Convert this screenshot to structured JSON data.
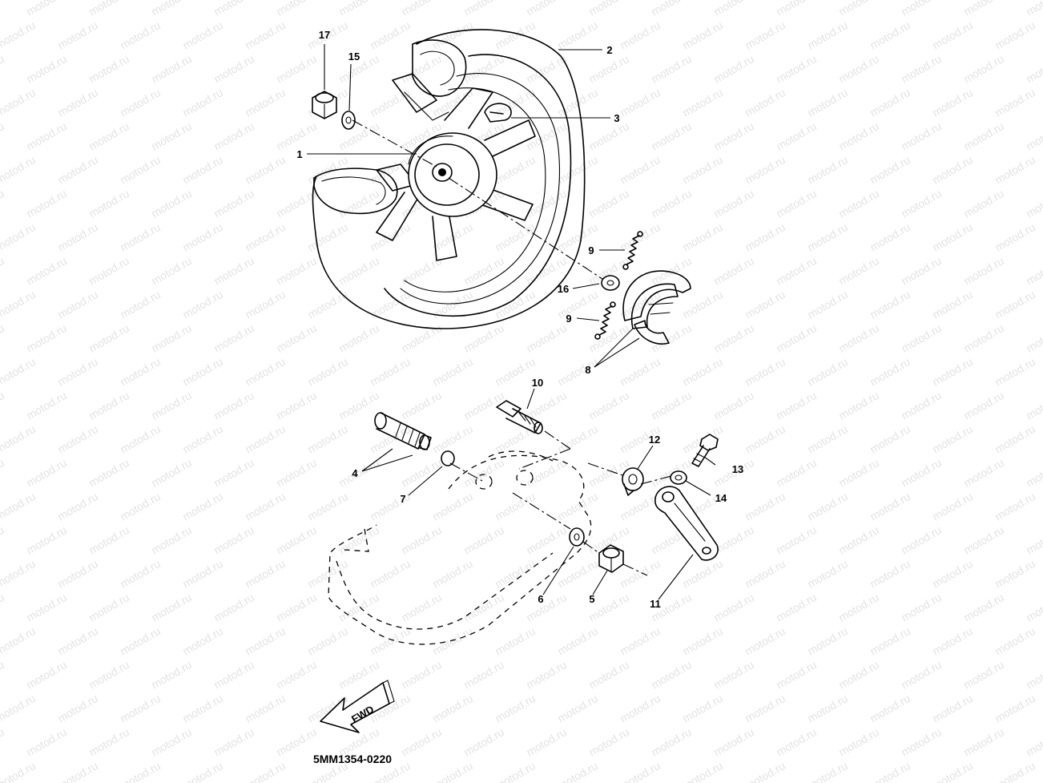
{
  "watermark": "motod.ru",
  "diagram_code": "5MM1354-0220",
  "fwd_label": "FWD",
  "callouts": [
    "1",
    "2",
    "3",
    "4",
    "5",
    "6",
    "7",
    "8",
    "9",
    "9",
    "10",
    "11",
    "12",
    "13",
    "14",
    "15",
    "16",
    "17"
  ]
}
